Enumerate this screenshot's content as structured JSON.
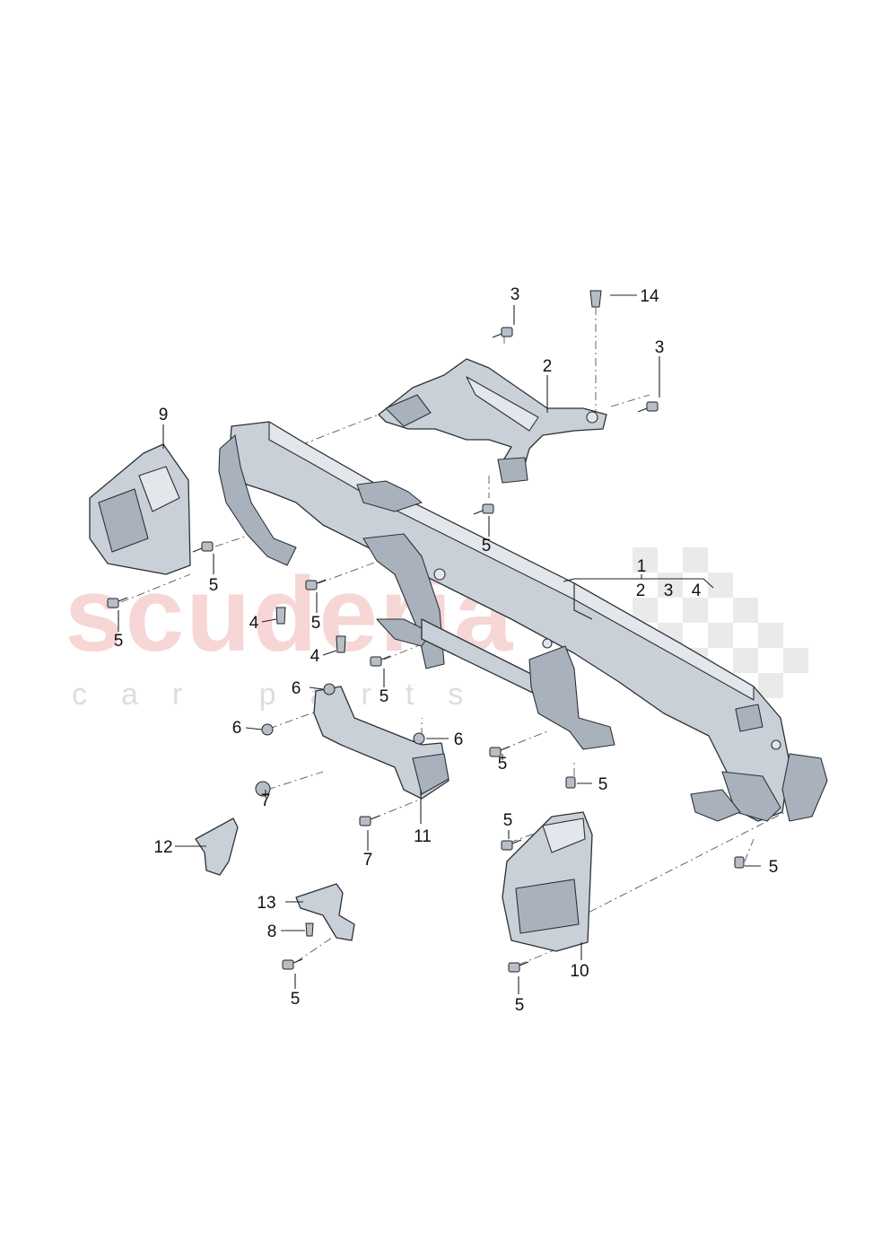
{
  "watermark": {
    "brand": "scuderia",
    "sub": "car parts"
  },
  "callouts": {
    "c1": "1",
    "c1a": "2",
    "c1b": "3",
    "c1c": "4",
    "c2": "2",
    "c3a": "3",
    "c3b": "3",
    "c14": "14",
    "c9": "9",
    "c5a": "5",
    "c5b": "5",
    "c5c": "5",
    "c5d": "5",
    "c5e": "5",
    "c5f": "5",
    "c5g": "5",
    "c5h": "5",
    "c5i": "5",
    "c5j": "5",
    "c5k": "5",
    "c4a": "4",
    "c4b": "4",
    "c6a": "6",
    "c6b": "6",
    "c6c": "6",
    "c7a": "7",
    "c7b": "7",
    "c11": "11",
    "c12": "12",
    "c13": "13",
    "c8": "8",
    "c10": "10"
  },
  "colors": {
    "part_fill": "#c9d0d8",
    "watermark_red": "#f2b5b5"
  }
}
